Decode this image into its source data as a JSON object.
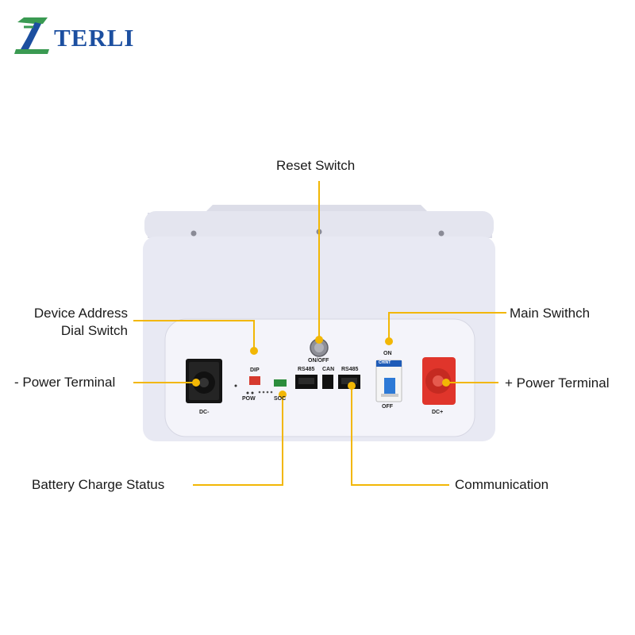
{
  "brand": {
    "name": "TERLI"
  },
  "callouts": {
    "reset_switch": "Reset Switch",
    "device_address_line1": "Device Address",
    "device_address_line2": "Dial Switch",
    "main_switch": "Main Swithch",
    "power_minus": "- Power Terminal",
    "power_plus": "+ Power Terminal",
    "battery_charge_status": "Battery Charge Status",
    "communication": "Communication"
  },
  "panel_labels": {
    "on_off": "ON/OFF",
    "dip": "DIP",
    "pow": "POW",
    "soc": "SOC",
    "rs485_left": "RS485",
    "can": "CAN",
    "rs485_right": "RS485",
    "on": "ON",
    "off": "OFF",
    "dc_minus": "DC-",
    "dc_plus": "DC+",
    "breaker_brand": "CHINT"
  },
  "colors": {
    "leader_line": "#f2b705",
    "battery_body": "#e6e7f1",
    "terminal_red": "#e0352b",
    "logo_blue": "#1c4fa0",
    "logo_green": "#3a9a52"
  }
}
